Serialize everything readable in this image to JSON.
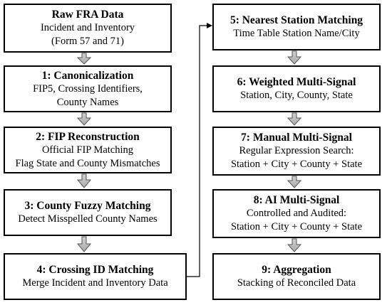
{
  "steps": [
    {
      "title": "Raw FRA Data",
      "lines": [
        "Incident and Inventory",
        "(Form 57 and 71)"
      ]
    },
    {
      "title": "1: Canonicalization",
      "lines": [
        "FIP5, Crossing Identifiers,",
        "County Names"
      ]
    },
    {
      "title": "2: FIP Reconstruction",
      "lines": [
        "Official FIP Matching",
        "Flag State and County Mismatches"
      ]
    },
    {
      "title": "3: County Fuzzy Matching",
      "lines": [
        "Detect Misspelled County Names"
      ]
    },
    {
      "title": "4: Crossing ID Matching",
      "lines": [
        "Merge Incident and Inventory Data"
      ]
    },
    {
      "title": "5: Nearest Station Matching",
      "lines": [
        "Time Table Station Name/City"
      ]
    },
    {
      "title": "6: Weighted Multi-Signal",
      "lines": [
        "Station, City, County, State"
      ]
    },
    {
      "title": "7: Manual Multi-Signal",
      "lines": [
        "Regular Expression Search:",
        "Station + City + County + State"
      ]
    },
    {
      "title": "8: AI Multi-Signal",
      "lines": [
        "Controlled and Audited:",
        "Station + City + County + State"
      ]
    },
    {
      "title": "9: Aggregation",
      "lines": [
        "Stacking of Reconciled Data"
      ]
    }
  ]
}
